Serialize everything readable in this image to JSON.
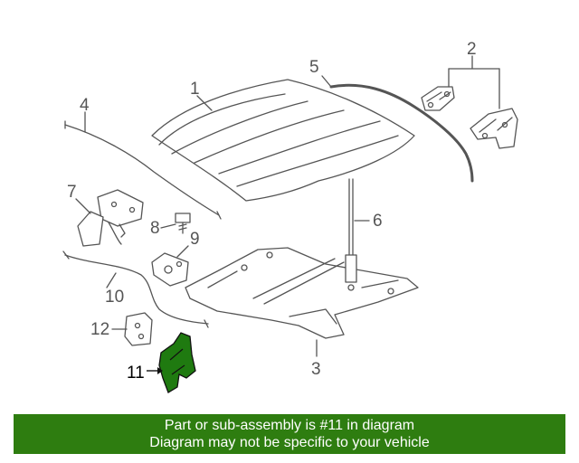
{
  "diagram": {
    "callouts": [
      "1",
      "2",
      "3",
      "4",
      "5",
      "6",
      "7",
      "8",
      "9",
      "10",
      "11",
      "12"
    ],
    "highlight_part": "11",
    "highlight_color": "#1f7a10",
    "line_color": "#555555"
  },
  "banner": {
    "line1": "Part or sub-assembly is #11 in diagram",
    "line2": "Diagram may not be specific to your vehicle",
    "background": "#2e7d10",
    "text_color": "#ffffff"
  }
}
